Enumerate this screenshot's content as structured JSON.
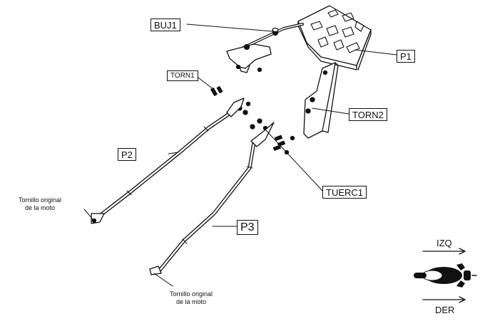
{
  "labels": {
    "buj1": "BUJ1",
    "p1": "P1",
    "torn1": "TORN1",
    "torn2": "TORN2",
    "p2": "P2",
    "tuerc1": "TUERC1",
    "p3": "P3"
  },
  "notes": {
    "left": [
      "Tornillo original",
      "de la moto"
    ],
    "bottom": [
      "Tornillo original",
      "de la moto"
    ]
  },
  "orientation": {
    "left_side": "IZQ",
    "right_side": "DER"
  },
  "colors": {
    "line": "#111111",
    "background": "#ffffff"
  }
}
